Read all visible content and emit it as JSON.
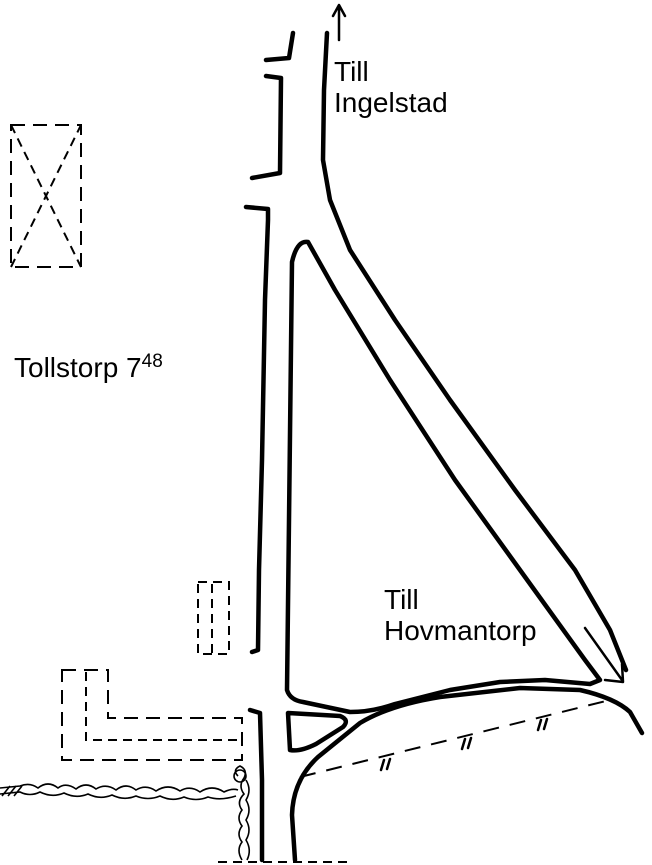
{
  "map": {
    "north_label": {
      "line1": "Till",
      "line2": "Ingelstad"
    },
    "east_label": {
      "line1": "Till",
      "line2": "Hovmantorp"
    },
    "place": {
      "name": "Tollstorp 7",
      "number": "48"
    }
  }
}
